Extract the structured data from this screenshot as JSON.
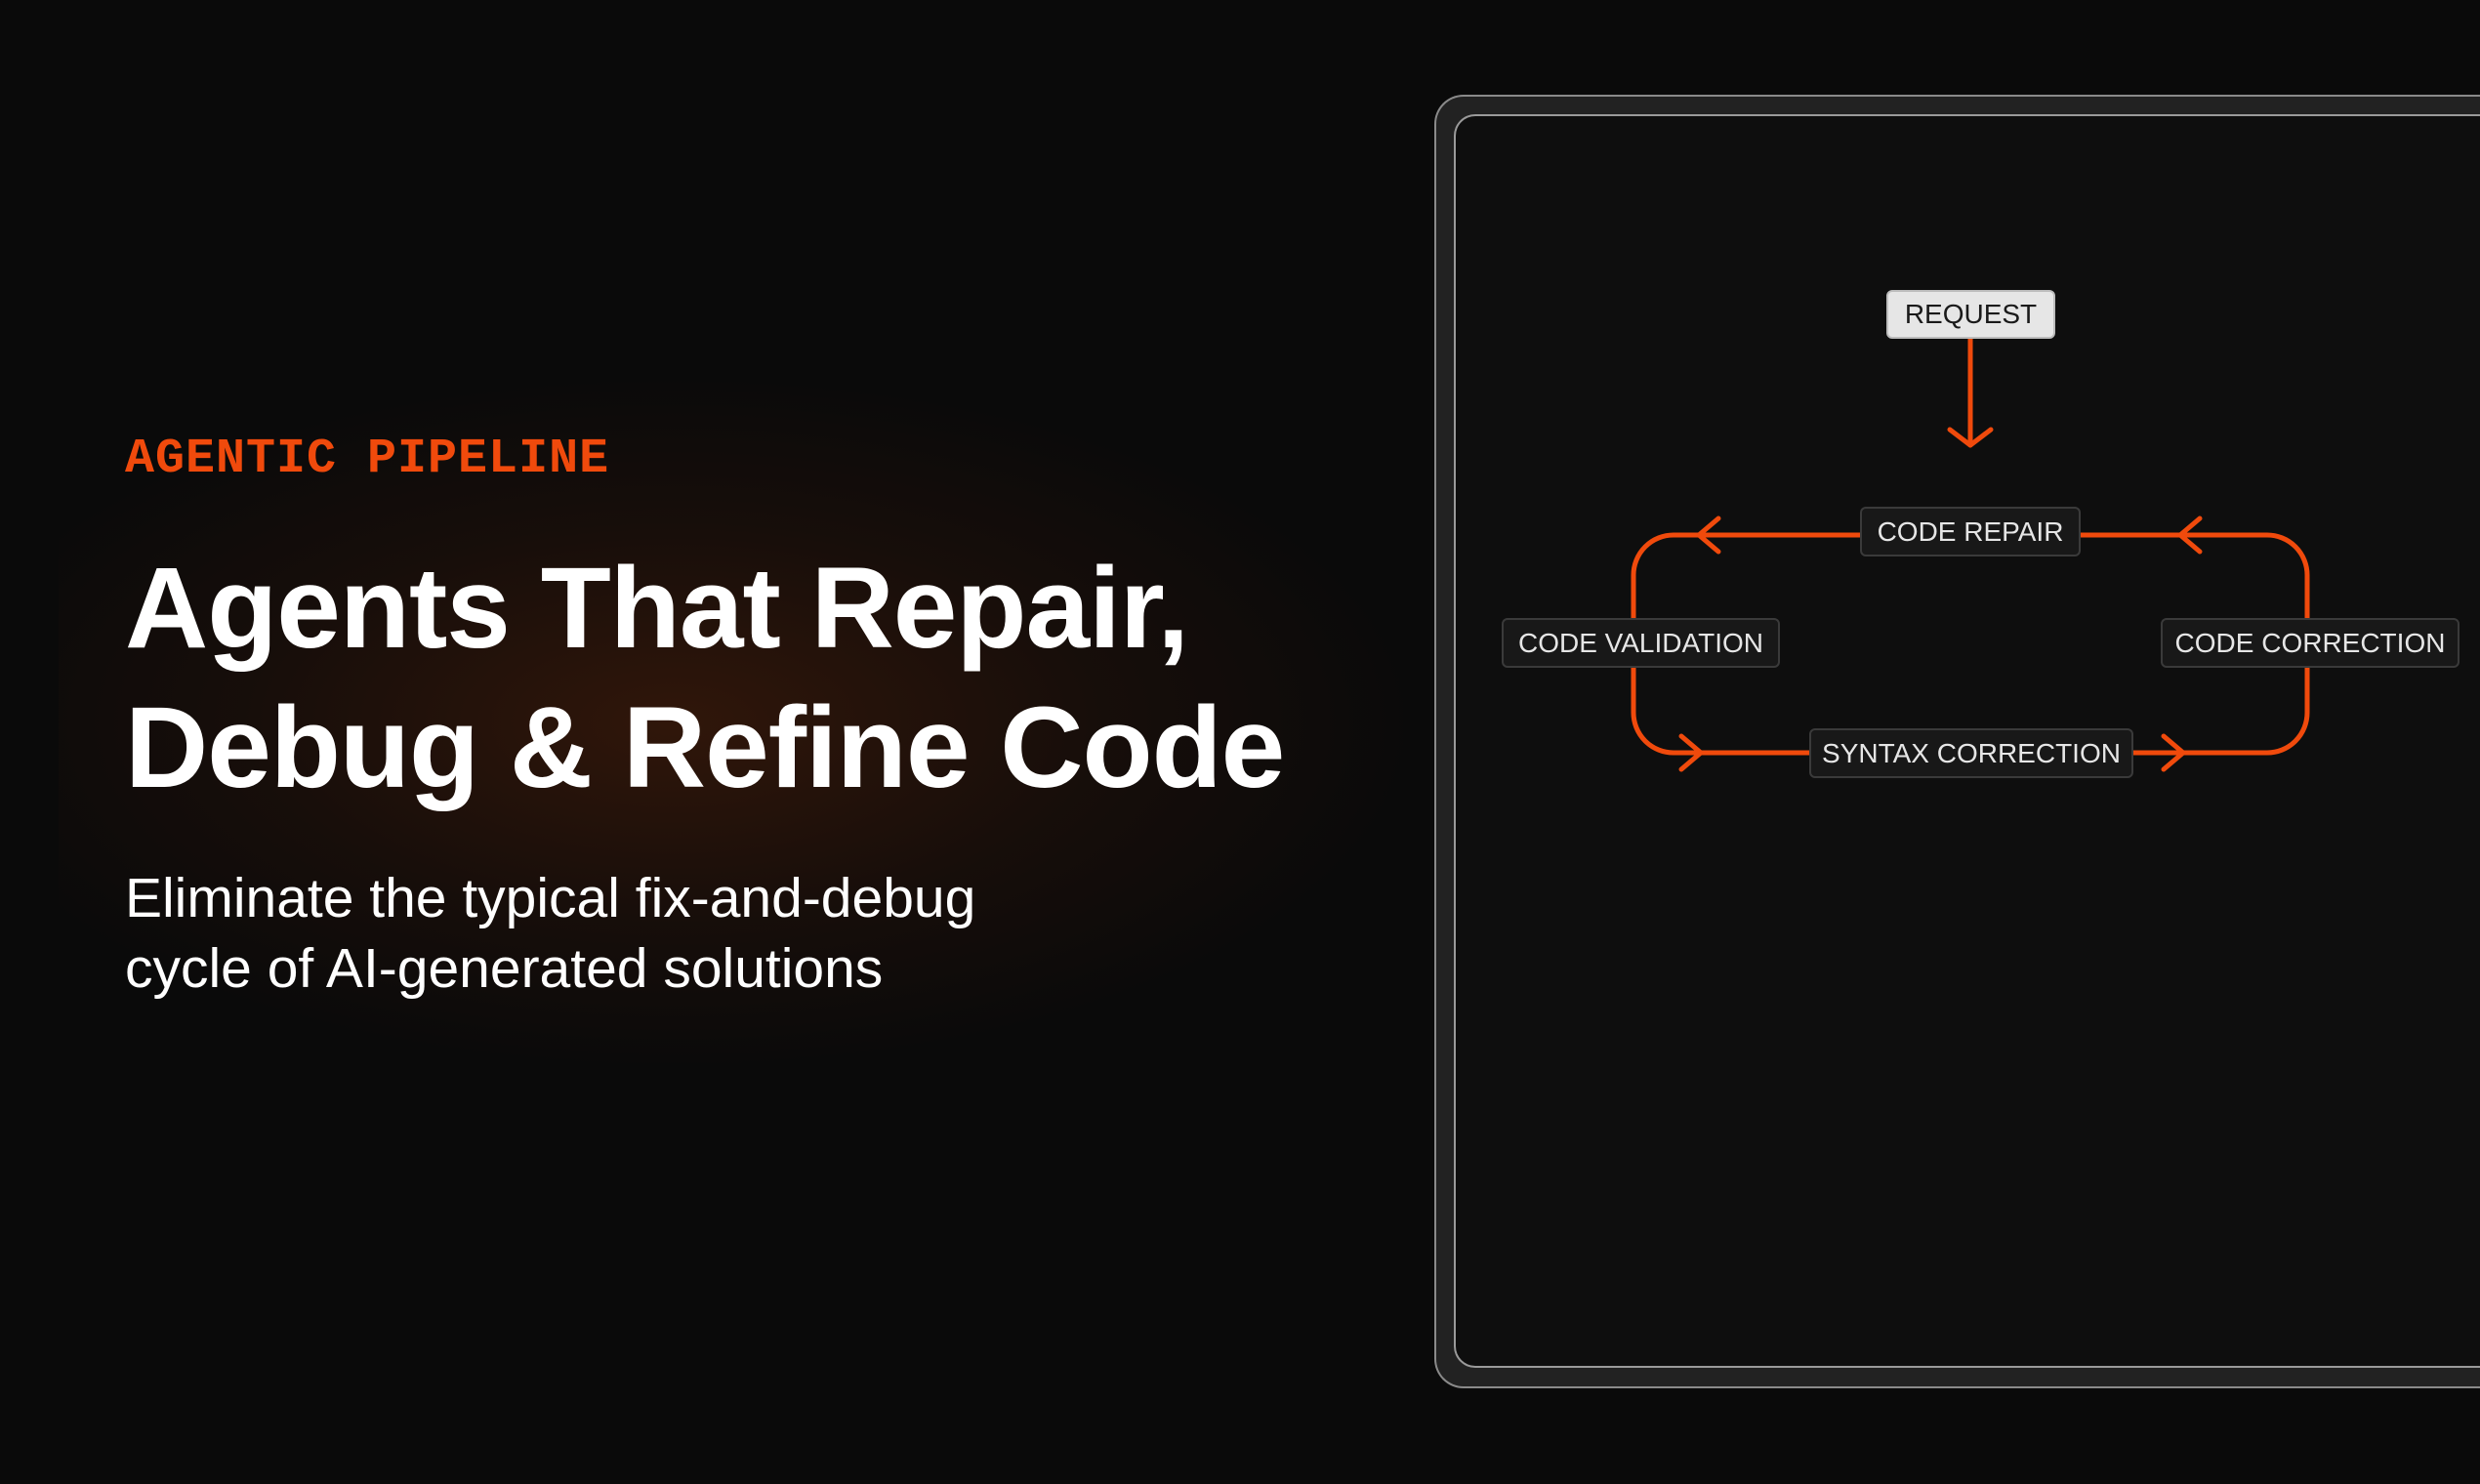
{
  "hero": {
    "eyebrow": "AGENTIC PIPELINE",
    "title_lines": [
      "Agents That Repair,",
      "Debug & Refine Code"
    ],
    "subtitle_lines": [
      "Eliminate the typical fix-and-debug",
      "cycle of AI-generated solutions"
    ]
  },
  "diagram": {
    "nodes": {
      "request": "REQUEST",
      "code_repair": "CODE REPAIR",
      "code_validation": "CODE VALIDATION",
      "code_correction": "CODE CORRECTION",
      "syntax_correction": "SYNTAX CORRECTION"
    }
  },
  "colors": {
    "accent": "#f04a0c",
    "background": "#0a0a0a",
    "panel": "#0e0e0e"
  }
}
